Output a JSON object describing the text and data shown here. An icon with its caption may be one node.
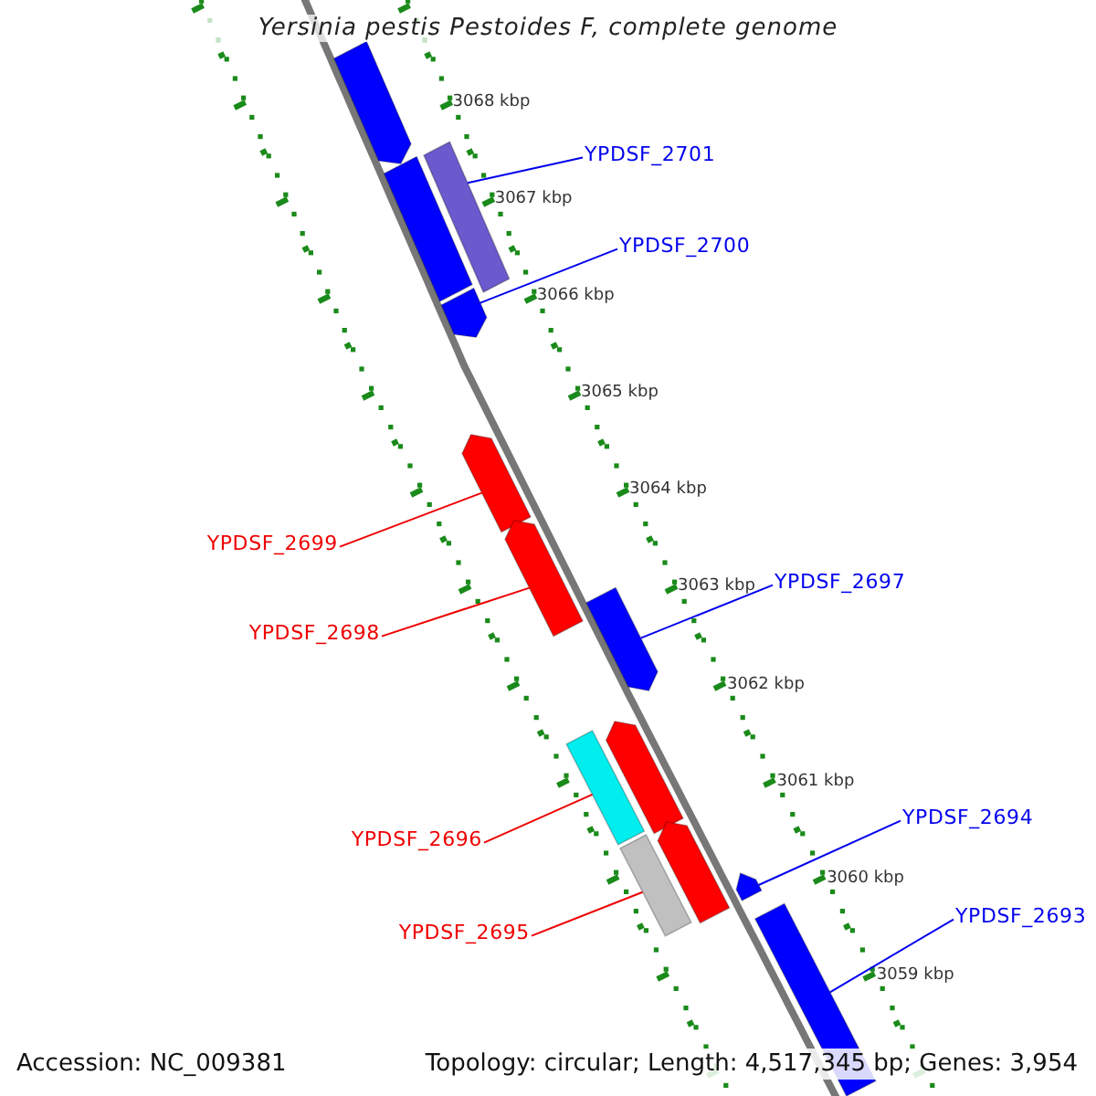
{
  "diagram": {
    "title": "Yersinia pestis Pestoides F, complete genome",
    "nodes": [
      {
        "text": [],
        "shape": "bar"
      },
      {
        "text": [],
        "shape": "bar"
      },
      {
        "text": [],
        "shape": "bar"
      },
      {
        "text": [],
        "shape": "bar"
      },
      {
        "text": [],
        "shape": "bar"
      },
      {
        "text": [],
        "shape": "bar"
      },
      {
        "text": [],
        "shape": "bar"
      },
      {
        "text": [],
        "shape": "bar"
      },
      {
        "text": [],
        "shape": "bar"
      },
      {
        "text": [],
        "shape": "bar"
      },
      {
        "text": [],
        "shape": "bar"
      },
      {
        "text": [],
        "shape": "bar"
      },
      {
        "text": [],
        "shape": "bar"
      },
      {
        "text": [
          "YPDSF_2701"
        ]
      },
      {
        "text": [
          "YPDSF_2700"
        ]
      },
      {
        "text": [
          "YPDSF_2699"
        ]
      },
      {
        "text": [
          "YPDSF_2698"
        ]
      },
      {
        "text": [
          "YPDSF_2697"
        ]
      },
      {
        "text": [
          "YPDSF_2696"
        ]
      },
      {
        "text": [
          "YPDSF_2695"
        ]
      },
      {
        "text": [
          "YPDSF_2694"
        ]
      },
      {
        "text": [
          "YPDSF_2693"
        ]
      }
    ],
    "edges": [
      {
        "from": 13,
        "to": 3,
        "arrow": "none"
      },
      {
        "from": 14,
        "to": 2,
        "arrow": "none"
      },
      {
        "from": 15,
        "to": 4,
        "arrow": "none",
        "color": "#ee0000"
      },
      {
        "from": 16,
        "to": 5,
        "arrow": "none",
        "color": "#ee0000"
      },
      {
        "from": 17,
        "to": 6,
        "arrow": "none"
      },
      {
        "from": 18,
        "to": 8,
        "arrow": "none",
        "color": "#ee0000"
      },
      {
        "from": 19,
        "to": 10,
        "arrow": "none",
        "color": "#ee0000"
      },
      {
        "from": 20,
        "to": 11,
        "arrow": "none"
      },
      {
        "from": 21,
        "to": 12,
        "arrow": "none"
      }
    ],
    "labels": [
      "3068 kbp",
      "3067 kbp",
      "3066 kbp",
      "3065 kbp",
      "3064 kbp",
      "3063 kbp",
      "3062 kbp",
      "3061 kbp",
      "3060 kbp",
      "3059 kbp",
      "Accession: NC_009381",
      "Topology: circular; Length: 4,517,345 bp; Genes: 3,954"
    ]
  }
}
